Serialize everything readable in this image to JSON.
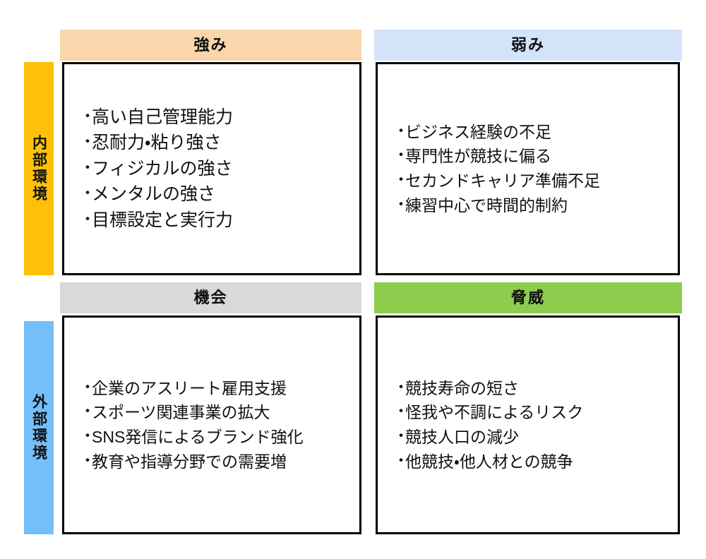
{
  "diagram": {
    "type": "swot-matrix",
    "axes": [
      {
        "id": "internal",
        "label": "内部環境",
        "color": "#FEC107"
      },
      {
        "id": "external",
        "label": "外部環境",
        "color": "#74BEFA"
      }
    ],
    "bullet": "・",
    "quadrants": [
      {
        "id": "strengths",
        "header": "強み",
        "header_color": "#FBD5AB",
        "items": [
          "高い自己管理能力",
          "忍耐力・粘り強さ",
          "フィジカルの強さ",
          "メンタルの強さ",
          "目標設定と実行力"
        ]
      },
      {
        "id": "weaknesses",
        "header": "弱み",
        "header_color": "#D3E4FA",
        "items": [
          "ビジネス経験の不足",
          "専門性が競技に偏る",
          "セカンドキャリア準備不足",
          "練習中心で時間的制約"
        ]
      },
      {
        "id": "opportunities",
        "header": "機会",
        "header_color": "#D9D9D9",
        "items": [
          "企業のアスリート雇用支援",
          "スポーツ関連事業の拡大",
          "SNS発信によるブランド強化",
          "教育や指導分野での需要増"
        ]
      },
      {
        "id": "threats",
        "header": "脅威",
        "header_color": "#8DCC4E",
        "items": [
          "競技寿命の短さ",
          "怪我や不調によるリスク",
          "競技人口の減少",
          "他競技・他人材との競争"
        ]
      }
    ]
  }
}
